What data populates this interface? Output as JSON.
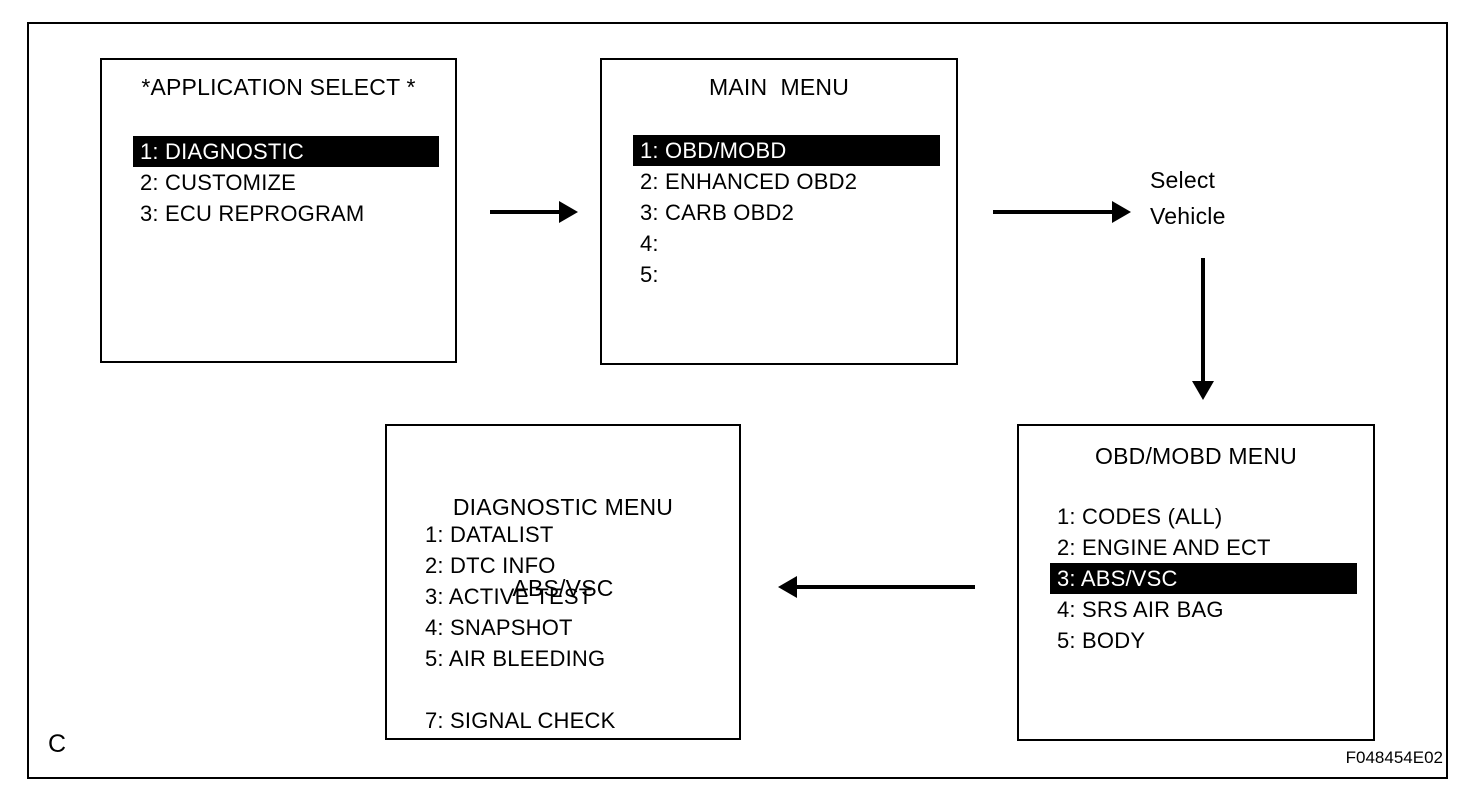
{
  "figure": {
    "corner_label": "C",
    "figure_code": "F048454E02",
    "colors": {
      "ink": "#000000",
      "paper": "#ffffff",
      "highlight_bg": "#000000",
      "highlight_fg": "#ffffff"
    }
  },
  "flow": {
    "select_vehicle_line1": "Select",
    "select_vehicle_line2": "Vehicle",
    "arrows": [
      "application-select to main-menu (right)",
      "main-menu to select-vehicle (right)",
      "select-vehicle to obd-mobd-menu (down)",
      "obd-mobd-menu to diagnostic-menu (left)"
    ]
  },
  "screens": [
    {
      "name": "application-select",
      "title_lines": [
        "*APPLICATION SELECT *"
      ],
      "items": [
        {
          "label": "1: DIAGNOSTIC",
          "highlighted": true
        },
        {
          "label": "2: CUSTOMIZE",
          "highlighted": false
        },
        {
          "label": "3: ECU REPROGRAM",
          "highlighted": false
        }
      ]
    },
    {
      "name": "main-menu",
      "title_lines": [
        "MAIN  MENU"
      ],
      "items": [
        {
          "label": "1: OBD/MOBD",
          "highlighted": true
        },
        {
          "label": "2: ENHANCED OBD2",
          "highlighted": false
        },
        {
          "label": "3: CARB OBD2",
          "highlighted": false
        },
        {
          "label": "4:",
          "highlighted": false
        },
        {
          "label": "5:",
          "highlighted": false
        }
      ]
    },
    {
      "name": "diagnostic-menu-abs-vsc",
      "title_lines": [
        "DIAGNOSTIC MENU",
        "ABS/VSC"
      ],
      "items": [
        {
          "label": "1: DATALIST",
          "highlighted": false
        },
        {
          "label": "2: DTC INFO",
          "highlighted": false
        },
        {
          "label": "3: ACTIVE TEST",
          "highlighted": false
        },
        {
          "label": "4: SNAPSHOT",
          "highlighted": false
        },
        {
          "label": "5: AIR BLEEDING",
          "highlighted": false
        },
        {
          "label": "",
          "highlighted": false
        },
        {
          "label": "7: SIGNAL CHECK",
          "highlighted": false
        }
      ]
    },
    {
      "name": "obd-mobd-menu",
      "title_lines": [
        "OBD/MOBD MENU"
      ],
      "items": [
        {
          "label": "1: CODES (ALL)",
          "highlighted": false
        },
        {
          "label": "2: ENGINE AND ECT",
          "highlighted": false
        },
        {
          "label": "3: ABS/VSC",
          "highlighted": true
        },
        {
          "label": "4: SRS AIR BAG",
          "highlighted": false
        },
        {
          "label": "5: BODY",
          "highlighted": false
        }
      ]
    }
  ]
}
